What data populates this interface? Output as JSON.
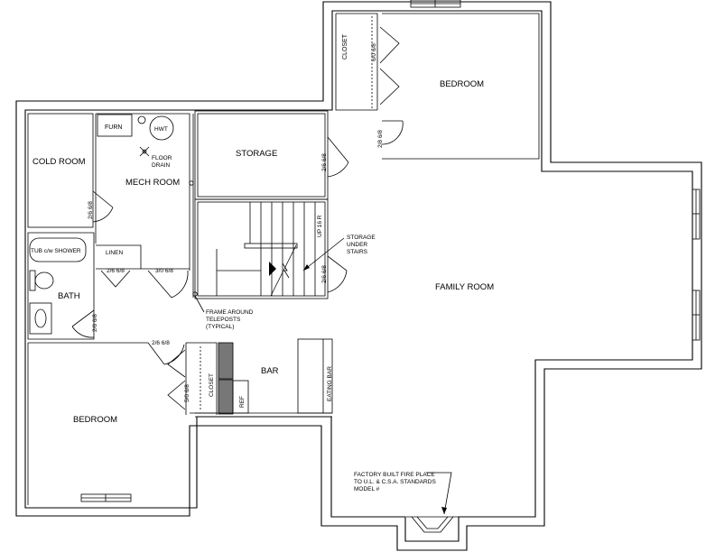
{
  "rooms": {
    "bedroom_top": "BEDROOM",
    "closet_top": "CLOSET",
    "storage": "STORAGE",
    "cold_room": "COLD ROOM",
    "furn": "FURN",
    "hwt": "HWT",
    "floor_drain": [
      "FLOOR",
      "DRAIN"
    ],
    "mech_room": "MECH ROOM",
    "tub": "TUB c/w SHOWER",
    "linen": "LINEN",
    "bath": "BATH",
    "family_room": "FAMILY ROOM",
    "bar": "BAR",
    "eating_bar": "EATING BAR",
    "ref": "REF",
    "closet_bottom": "CLOSET",
    "bedroom_bottom": "BEDROOM"
  },
  "doors": {
    "top_closet": "6/0 6/8",
    "bedroom_top": "2/8 6/8",
    "storage": "2/6 6/8",
    "mech": "3/0 6/8",
    "linen": "2/6 6/8",
    "cold_room": "2/6 6/8",
    "bath": "2/6 6/8",
    "under_stairs": "2/6 6/8",
    "bedroom_bottom": "2/6 6/8",
    "closet_bottom": "5/0 6/8"
  },
  "stairs": {
    "up": "UP 16 R",
    "storage_under": [
      "STORAGE",
      "UNDER",
      "STAIRS"
    ]
  },
  "notes": {
    "frame": [
      "FRAME AROUND",
      "TELEPOSTS",
      "(TYPICAL)"
    ],
    "fireplace": [
      "FACTORY BUILT FIRE PLACE",
      "TO U.L. & C.S.A. STANDARDS",
      "MODEL #"
    ]
  }
}
